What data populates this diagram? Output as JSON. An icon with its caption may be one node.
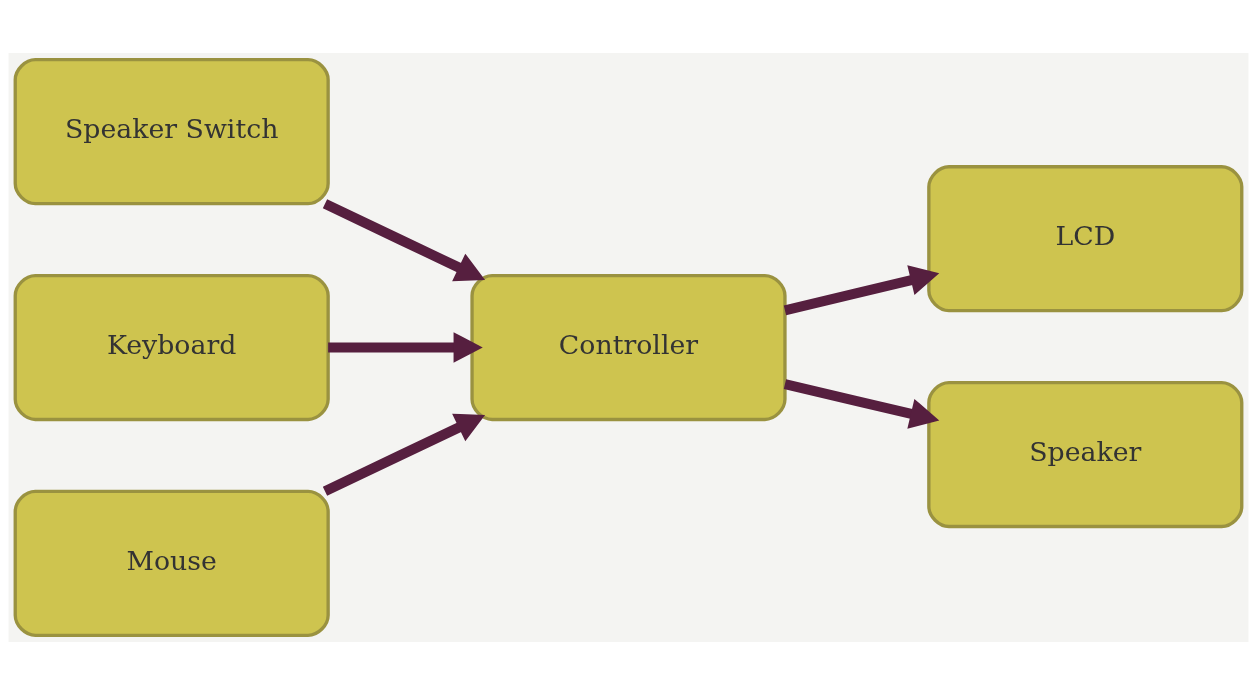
{
  "diagram": {
    "nodes": [
      {
        "text": [
          "Speaker Switch"
        ]
      },
      {
        "text": [
          "Keyboard"
        ]
      },
      {
        "text": [
          "Mouse"
        ]
      },
      {
        "text": [
          "Controller"
        ]
      },
      {
        "text": [
          "LCD"
        ]
      },
      {
        "text": [
          "Speaker"
        ]
      }
    ],
    "edges": [
      {
        "from": 0,
        "to": 3,
        "arrow": "to"
      },
      {
        "from": 1,
        "to": 3,
        "arrow": "to"
      },
      {
        "from": 2,
        "to": 3,
        "arrow": "to"
      },
      {
        "from": 3,
        "to": 4,
        "arrow": "to"
      },
      {
        "from": 3,
        "to": 5,
        "arrow": "to"
      }
    ]
  }
}
